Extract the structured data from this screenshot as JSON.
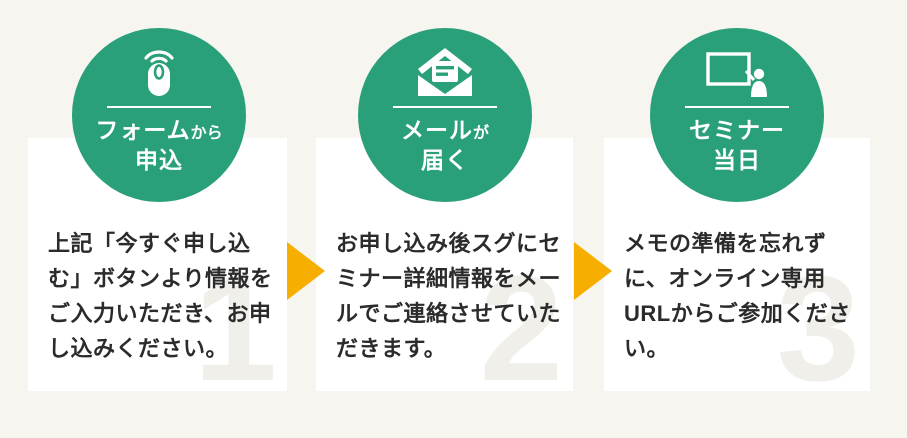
{
  "colors": {
    "background": "#f6f5ef",
    "card": "#ffffff",
    "circle_green": "#2aa07a",
    "arrow_yellow": "#f6ae00",
    "text_dark": "#2b2b2b",
    "watermark_gray": "#f0efea",
    "circle_text": "#ffffff"
  },
  "steps": [
    {
      "number": "1",
      "icon": "mouse-click-icon",
      "label": {
        "line1_main": "フォーム",
        "line1_small": "から",
        "line2": "申込"
      },
      "description": "上記「今すぐ申し込む」ボタンより情報をご入力いただき、お申し込みください。"
    },
    {
      "number": "2",
      "icon": "mail-icon",
      "label": {
        "line1_main": "メール",
        "line1_small": "が",
        "line2": "届く"
      },
      "description": "お申し込み後スグにセミナー詳細情報をメールでご連絡させていただきます。"
    },
    {
      "number": "3",
      "icon": "seminar-presenter-icon",
      "label": {
        "line1_main": "セミナー",
        "line1_small": "",
        "line2": "当日"
      },
      "description": "メモの準備を忘れずに、オンライン専用URLからご参加ください。"
    }
  ]
}
